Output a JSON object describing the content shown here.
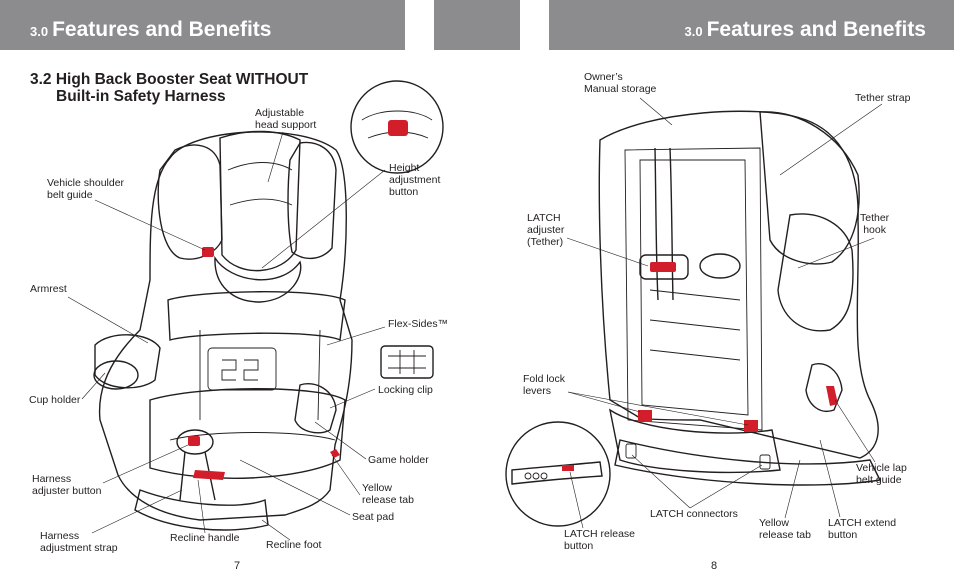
{
  "header_left": {
    "number": "3.0",
    "title": "Features and Benefits"
  },
  "header_right": {
    "number": "3.0",
    "title": "Features and Benefits"
  },
  "section": {
    "line1": "3.2 High Back Booster Seat WITHOUT",
    "line2": "Built-in Safety Harness"
  },
  "left_labels": {
    "adjustable_head_support": "Adjustable\nhead support",
    "height_adjustment_button": "Height\nadjustment\nbutton",
    "vehicle_shoulder_belt_guide": "Vehicle shoulder\nbelt guide",
    "armrest": "Armrest",
    "flex_sides": "Flex-Sides™",
    "locking_clip": "Locking clip",
    "cup_holder": "Cup holder",
    "game_holder": "Game holder",
    "harness_adjuster_button": "Harness\nadjuster button",
    "yellow_release_tab": "Yellow\nrelease tab",
    "seat_pad": "Seat pad",
    "harness_adjustment_strap": "Harness\nadjustment strap",
    "recline_handle": "Recline handle",
    "recline_foot": "Recline foot"
  },
  "right_labels": {
    "owners_manual_storage": "Owner’s\nManual storage",
    "tether_strap": "Tether strap",
    "latch_adjuster": "LATCH\nadjuster\n(Tether)",
    "tether_hook": "Tether\nhook",
    "fold_lock_levers": "Fold lock\nlevers",
    "vehicle_lap_belt_guide": "Vehicle lap\nbelt guide",
    "latch_connectors": "LATCH connectors",
    "yellow_release_tab": "Yellow\nrelease tab",
    "latch_extend_button": "LATCH extend\nbutton",
    "latch_release_button": "LATCH release\nbutton"
  },
  "page_numbers": {
    "left": "7",
    "right": "8"
  },
  "colors": {
    "header_bg": "#8c8b8e",
    "accent_red": "#d21e2b",
    "ink": "#231f20"
  }
}
